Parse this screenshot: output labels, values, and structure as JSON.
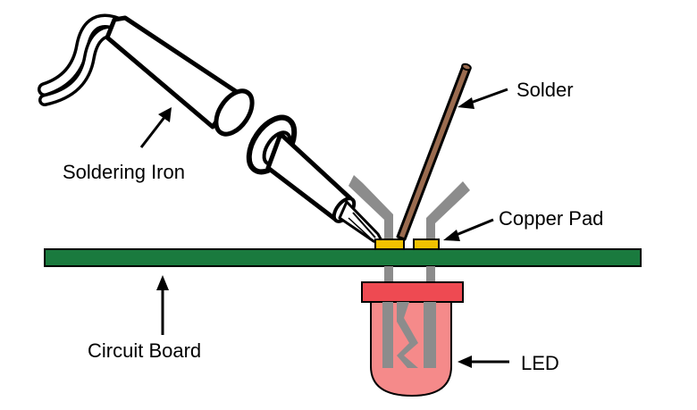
{
  "labels": {
    "soldering_iron": "Soldering Iron",
    "solder": "Solder",
    "copper_pad": "Copper Pad",
    "circuit_board": "Circuit Board",
    "led": "LED"
  },
  "colors": {
    "board": "#1a7a3e",
    "copper_pad": "#f2c200",
    "solder": "#9a6b4f",
    "led_body": "#f58a8a",
    "led_rim": "#ee4a52",
    "led_leads": "#8c8c8c",
    "iron_body": "#ffffff",
    "outline": "#000000"
  }
}
